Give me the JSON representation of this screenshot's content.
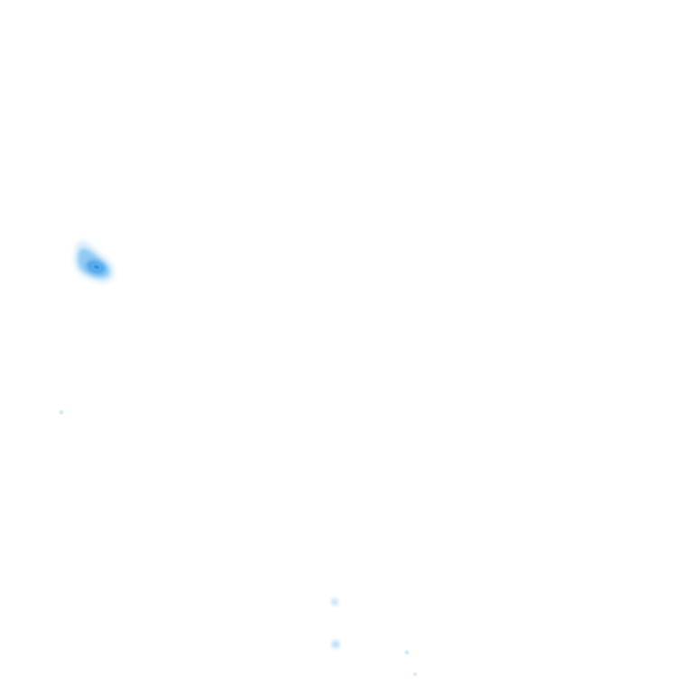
{
  "colors": {
    "background": "#ffffff",
    "density_low": "#d6ecfb",
    "density_mid": "#8fcaf4",
    "density_high": "#4fa6ea",
    "density_core": "#2f80d6"
  },
  "density_clusters": [
    {
      "name": "main-cluster",
      "intensity": 1.0
    },
    {
      "name": "isolated-point-west",
      "intensity": 0.15
    },
    {
      "name": "isolated-point-south-1",
      "intensity": 0.25
    },
    {
      "name": "isolated-point-south-2",
      "intensity": 0.28
    },
    {
      "name": "isolated-point-south-3",
      "intensity": 0.18
    },
    {
      "name": "isolated-point-south-4",
      "intensity": 0.14
    }
  ]
}
